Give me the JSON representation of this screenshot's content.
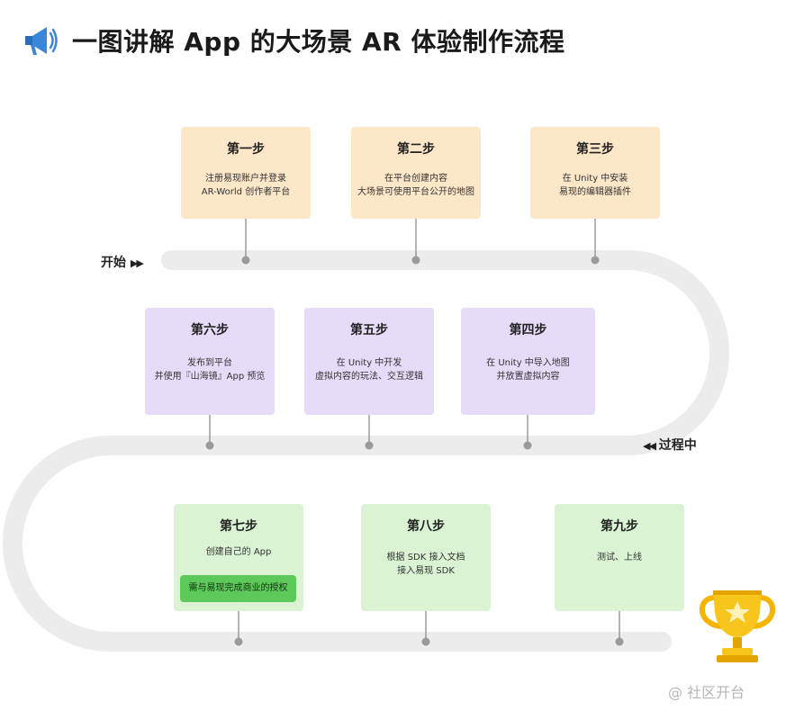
{
  "title": "一图讲解 App 的大场景 AR 体验制作流程",
  "labels": {
    "start": "开始",
    "process": "过程中"
  },
  "steps": [
    {
      "title": "第一步",
      "lines": [
        "注册易现账户并登录",
        "AR-World 创作者平台"
      ]
    },
    {
      "title": "第二步",
      "lines": [
        "在平台创建内容",
        "大场景可使用平台公开的地图"
      ]
    },
    {
      "title": "第三步",
      "lines": [
        "在 Unity 中安装",
        "易现的编辑器插件"
      ]
    },
    {
      "title": "第四步",
      "lines": [
        "在 Unity 中导入地图",
        "并放置虚拟内容"
      ]
    },
    {
      "title": "第五步",
      "lines": [
        "在 Unity 中开发",
        "虚拟内容的玩法、交互逻辑"
      ]
    },
    {
      "title": "第六步",
      "lines": [
        "发布到平台",
        "并使用『山海镜』App 预览"
      ]
    },
    {
      "title": "第七步",
      "lines": [
        "创建自己的 App"
      ],
      "note": "需与易现完成商业的授权"
    },
    {
      "title": "第八步",
      "lines": [
        "根据 SDK 接入文档",
        "接入易现 SDK"
      ]
    },
    {
      "title": "第九步",
      "lines": [
        "测试、上线"
      ]
    }
  ],
  "footer": "@ 社区开台",
  "colors": {
    "orange_card": "#fde7c9",
    "purple_card": "#e6dcfa",
    "green_card": "#d9f3d3",
    "note_badge": "#5cc95a",
    "track": "#ececec",
    "connector": "#9a9a9a"
  },
  "icons": [
    "megaphone-icon",
    "trophy-icon",
    "play-arrows-icon",
    "rewind-arrows-icon"
  ]
}
